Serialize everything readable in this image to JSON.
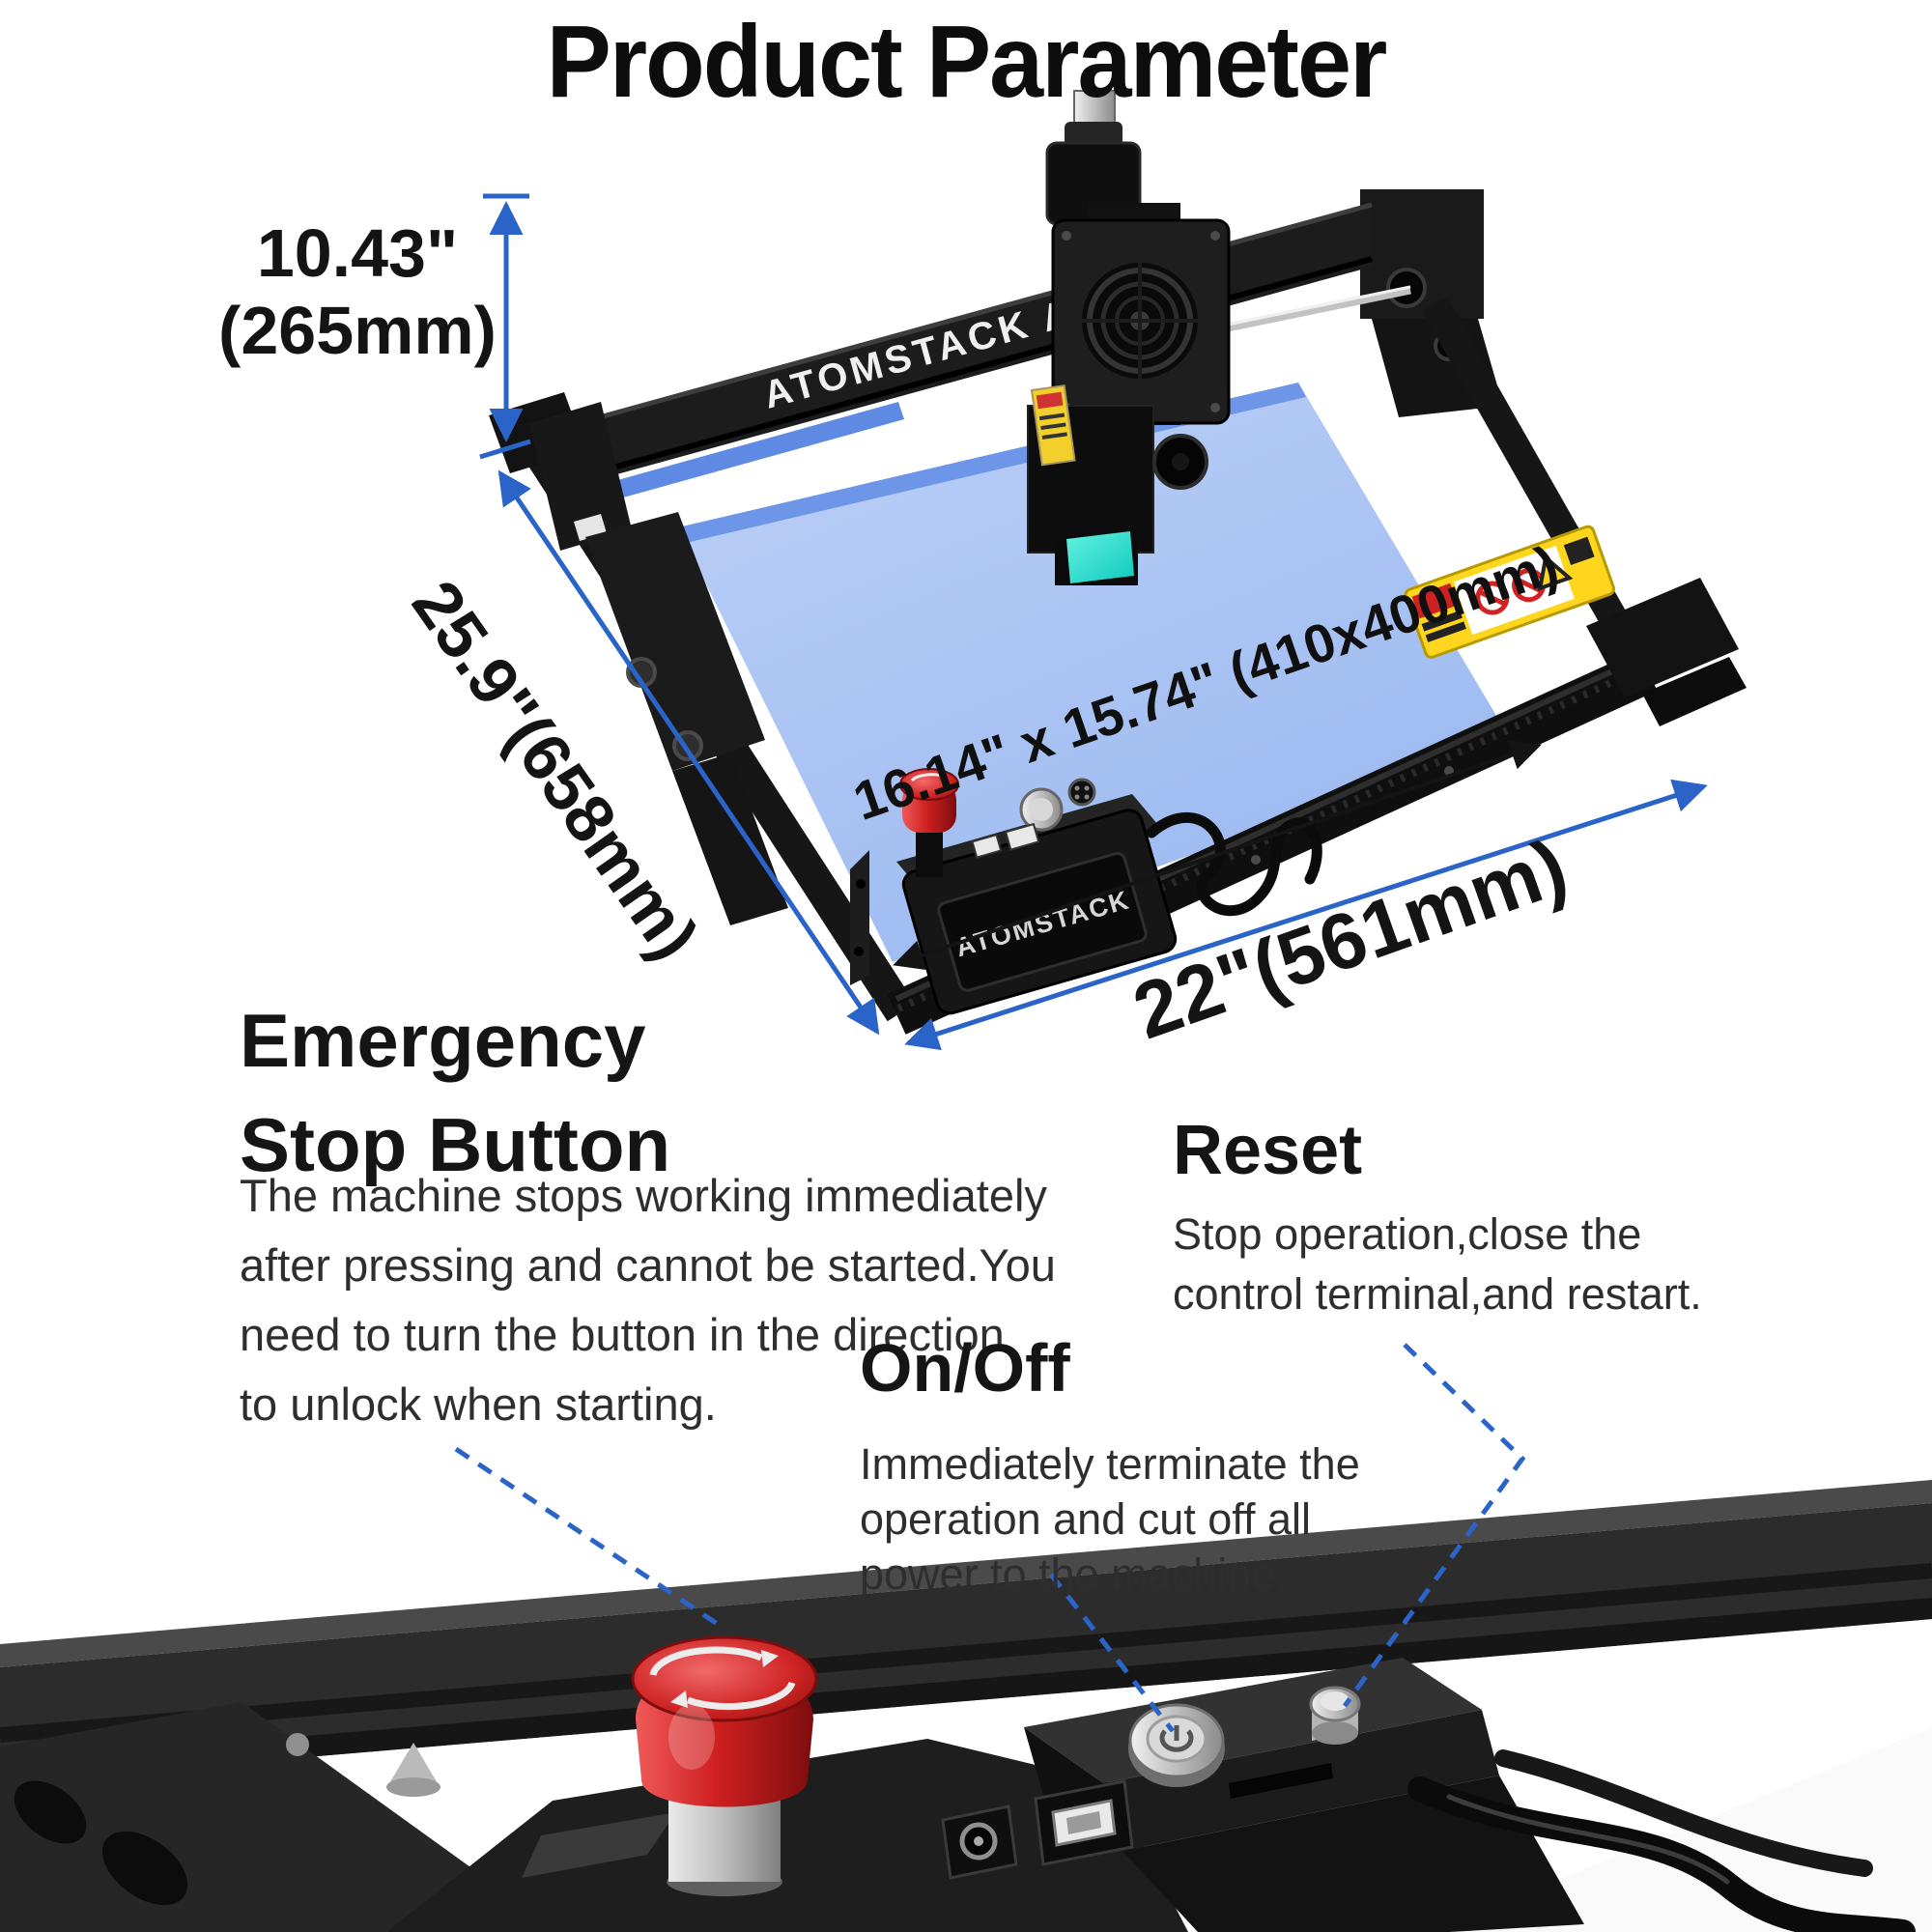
{
  "title": "Product Parameter",
  "dimensions": {
    "height": {
      "line1": "10.43\"",
      "line2": "(265mm)"
    },
    "depth": "25.9\"(658mm)",
    "width": "22\"(561mm)",
    "work_area": "16.14\" x 15.74\" (410x400mm)"
  },
  "machine": {
    "beam_label": "ATOMSTACK A10",
    "controller_label": "ATOMSTACK"
  },
  "sections": {
    "emergency_stop": {
      "heading_line1": "Emergency",
      "heading_line2": "Stop Button",
      "body_lines": [
        "The machine stops working immediately",
        "after pressing and cannot be started.You",
        "need to turn the button in the direction",
        "to unlock when starting."
      ]
    },
    "reset": {
      "heading": "Reset",
      "body_lines": [
        "Stop operation,close the",
        "control terminal,and restart."
      ]
    },
    "on_off": {
      "heading": "On/Off",
      "body_lines": [
        "Immediately terminate the",
        "operation and cut off all",
        "power to the machine."
      ]
    }
  },
  "colors": {
    "accent_blue": "#2a64c8",
    "work_area_blue": "#a9c3f2",
    "estop_red": "#c8221d",
    "frame_black": "#151515"
  }
}
